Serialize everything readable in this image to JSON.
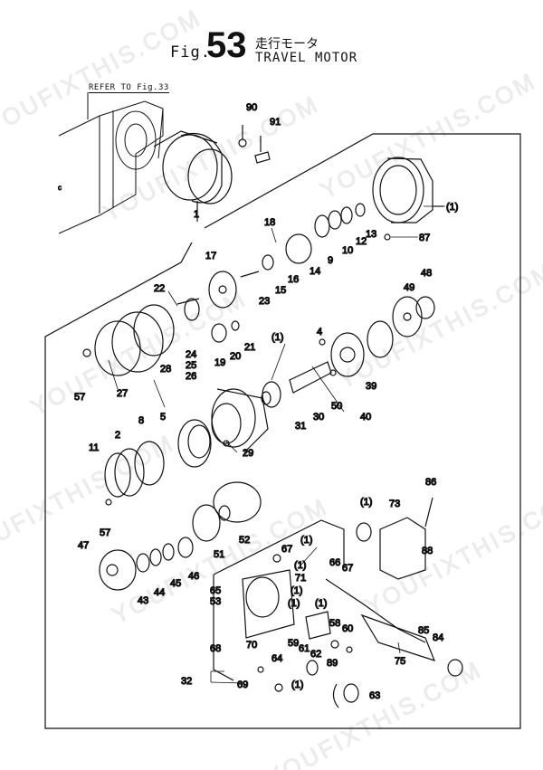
{
  "header": {
    "fig_prefix": "Fig.",
    "fig_number": "53",
    "title_jp": "走行モータ",
    "title_en": "TRAVEL MOTOR"
  },
  "refer_note": "REFER TO Fig.33",
  "watermark": "YOUFIXTHIS.COM",
  "part_labels": [
    "90",
    "91",
    "1",
    "(1)",
    "87",
    "18",
    "13",
    "12",
    "10",
    "9",
    "14",
    "17",
    "15",
    "16",
    "23",
    "22",
    "24",
    "25",
    "26",
    "28",
    "21",
    "20",
    "19",
    "49",
    "48",
    "4",
    "(1)",
    "39",
    "57",
    "27",
    "5",
    "31",
    "30",
    "50",
    "40",
    "29",
    "8",
    "11",
    "2",
    "57",
    "86",
    "(1)",
    "73",
    "88",
    "47",
    "52",
    "(1)",
    "67",
    "66",
    "67",
    "51",
    "46",
    "45",
    "44",
    "43",
    "65",
    "53",
    "71",
    "(1)",
    "(1)",
    "(1)",
    "(1)",
    "68",
    "70",
    "58",
    "60",
    "59",
    "61",
    "62",
    "64",
    "89",
    "75",
    "85",
    "84",
    "32",
    "69",
    "(1)",
    "63"
  ]
}
